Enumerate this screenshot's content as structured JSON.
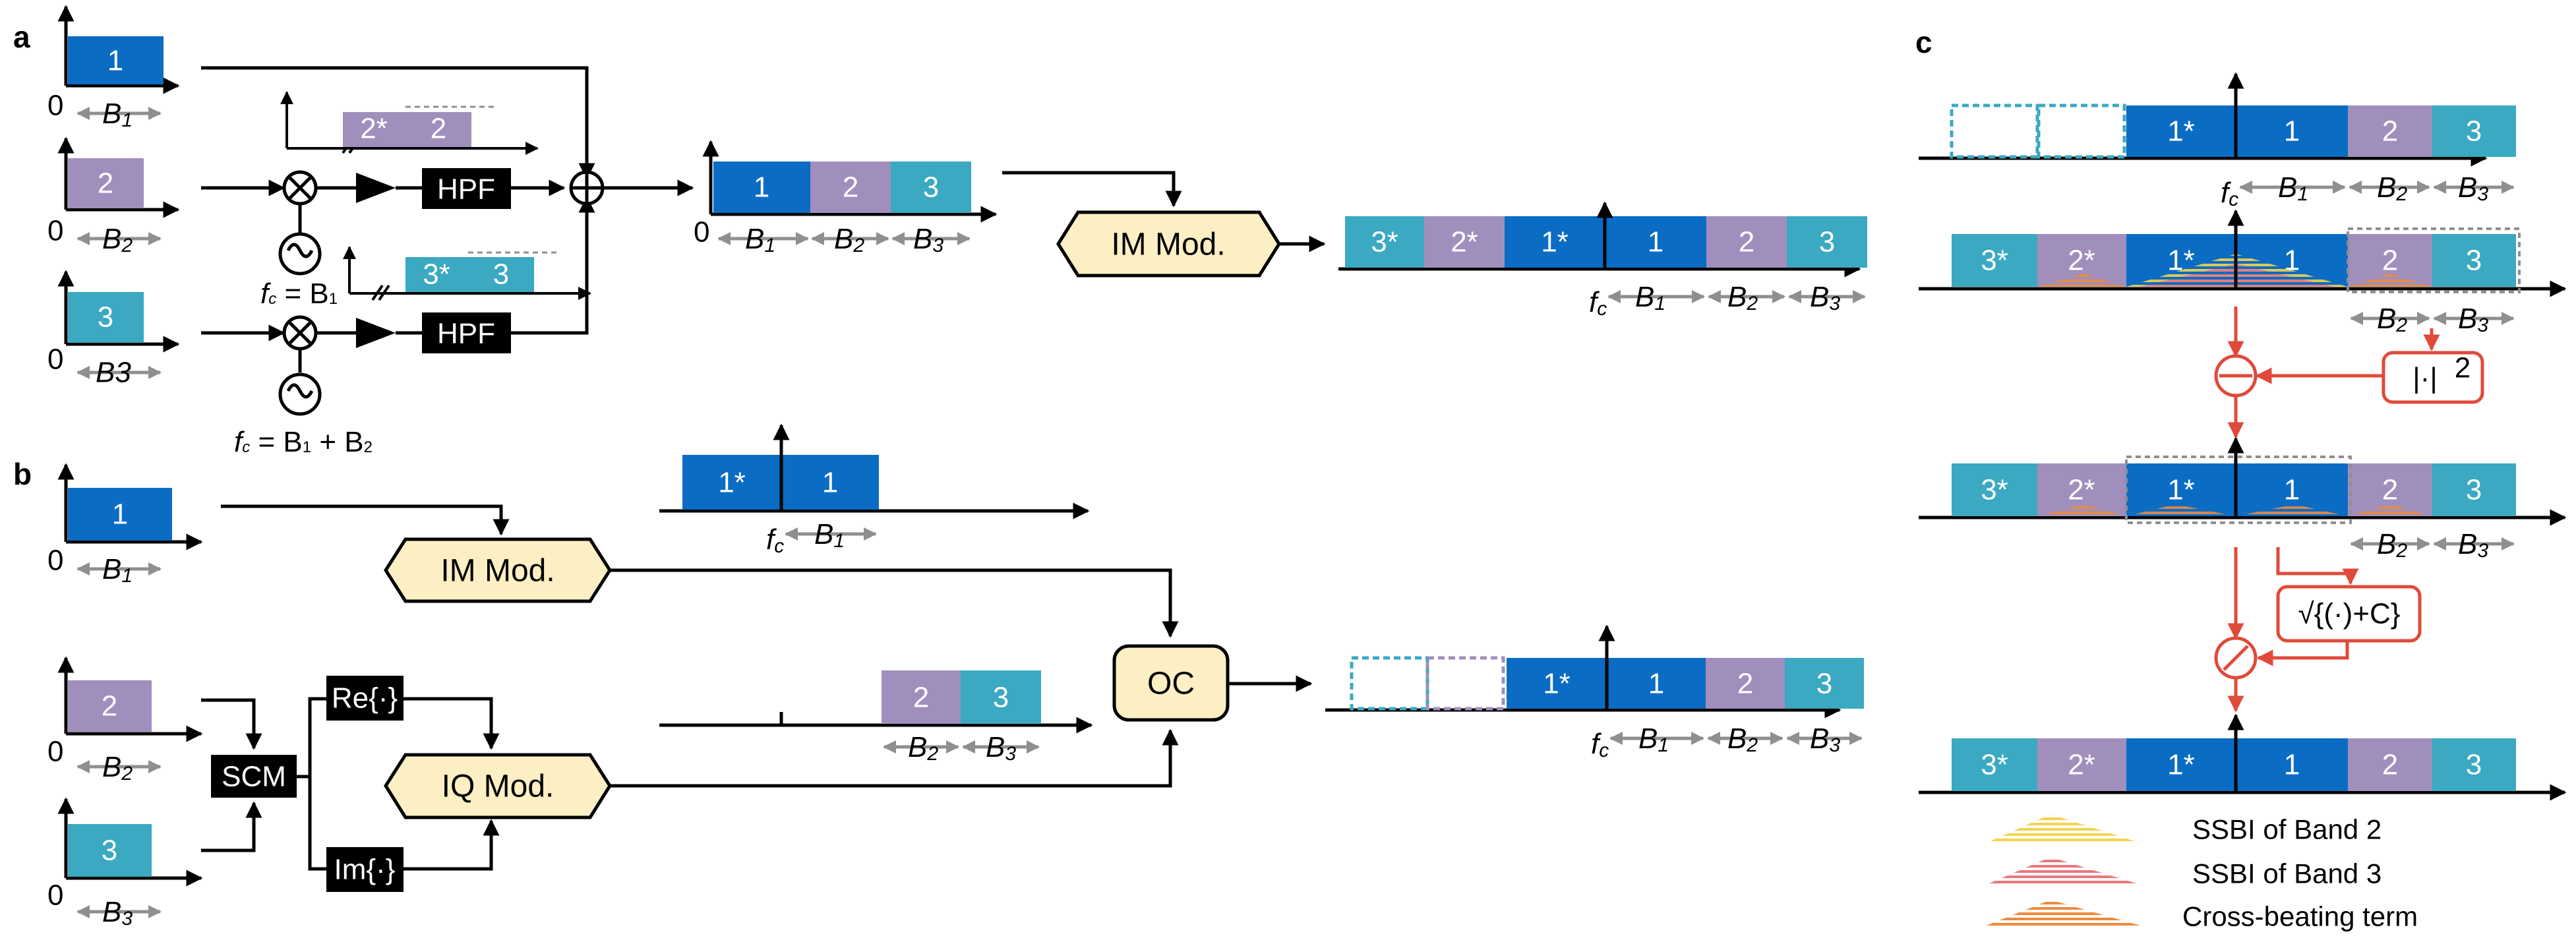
{
  "colors": {
    "band1": "#0b6cc4",
    "band2": "#a08fbd",
    "band3": "#3aa9c1",
    "mod_fill": "#fbefc3",
    "red": "#e04a3a",
    "gray_arrow": "#8f8f8f",
    "ssbi2": "#f2d34e",
    "ssbi3": "#e8787c",
    "cross": "#ee8a3c"
  },
  "panels": {
    "a": "a",
    "b": "b",
    "c": "c"
  },
  "bands": {
    "b1": "1",
    "b2": "2",
    "b3": "3",
    "b1c": "1*",
    "b2c": "2*",
    "b3c": "3*"
  },
  "symbols": {
    "zero": "0",
    "fc": "f",
    "fc_sub": "c",
    "B": "B",
    "B3_plain": "B3",
    "sub1": "1",
    "sub2": "2",
    "sub3": "3"
  },
  "blocks": {
    "hpf": "HPF",
    "im_mod": "IM Mod.",
    "iq_mod": "IQ Mod.",
    "oc": "OC",
    "scm": "SCM",
    "re": "Re{·}",
    "im": "Im{·}",
    "abs_sq": "|·|",
    "abs_sq_exp": "2",
    "sqrt": "√{(·)+C}"
  },
  "oscillators": {
    "osc1_prefix": "f",
    "osc1_sub": "c",
    "osc1_eq": " = B",
    "osc1_eq_sub": "1",
    "osc2_eq": " = B",
    "osc2_eq_sub1": "1",
    "osc2_plus": " + B",
    "osc2_eq_sub2": "2"
  },
  "legend": {
    "ssbi2": "SSBI of Band 2",
    "ssbi3": "SSBI of Band 3",
    "cross": "Cross-beating term"
  }
}
